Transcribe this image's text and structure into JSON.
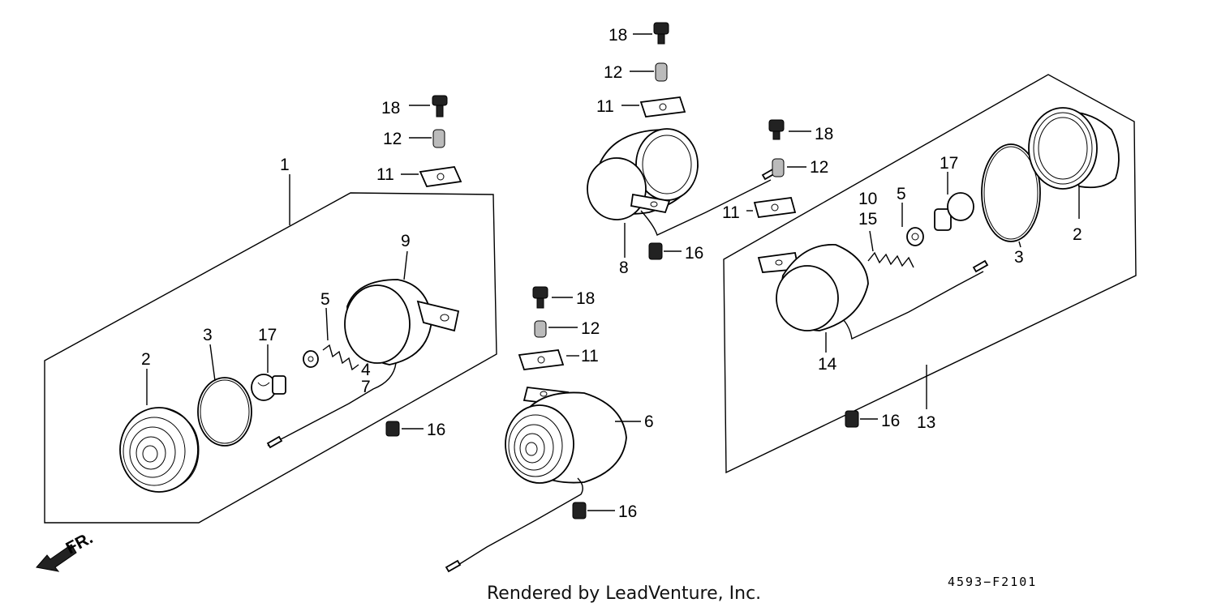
{
  "callouts": [
    {
      "id": "c1",
      "text": "1"
    },
    {
      "id": "c2a",
      "text": "2"
    },
    {
      "id": "c3a",
      "text": "3"
    },
    {
      "id": "c17a",
      "text": "17"
    },
    {
      "id": "c5a",
      "text": "5"
    },
    {
      "id": "c4",
      "text": "4"
    },
    {
      "id": "c7",
      "text": "7"
    },
    {
      "id": "c9",
      "text": "9"
    },
    {
      "id": "c16a",
      "text": "16"
    },
    {
      "id": "c18a",
      "text": "18"
    },
    {
      "id": "c12a",
      "text": "12"
    },
    {
      "id": "c11a",
      "text": "11"
    },
    {
      "id": "c18b",
      "text": "18"
    },
    {
      "id": "c12b",
      "text": "12"
    },
    {
      "id": "c11b",
      "text": "11"
    },
    {
      "id": "c8",
      "text": "8"
    },
    {
      "id": "c16b",
      "text": "16"
    },
    {
      "id": "c18c",
      "text": "18"
    },
    {
      "id": "c12c",
      "text": "12"
    },
    {
      "id": "c11c",
      "text": "11"
    },
    {
      "id": "c6",
      "text": "6"
    },
    {
      "id": "c16c",
      "text": "16"
    },
    {
      "id": "c18d",
      "text": "18"
    },
    {
      "id": "c12d",
      "text": "12"
    },
    {
      "id": "c11d",
      "text": "11"
    },
    {
      "id": "c10",
      "text": "10"
    },
    {
      "id": "c15",
      "text": "15"
    },
    {
      "id": "c5b",
      "text": "5"
    },
    {
      "id": "c17b",
      "text": "17"
    },
    {
      "id": "c3b",
      "text": "3"
    },
    {
      "id": "c2b",
      "text": "2"
    },
    {
      "id": "c14",
      "text": "14"
    },
    {
      "id": "c13",
      "text": "13"
    },
    {
      "id": "c16d",
      "text": "16"
    }
  ],
  "direction_label": "FR.",
  "footer_text": "Rendered by LeadVenture, Inc.",
  "diagram_code": "4593−F2101"
}
